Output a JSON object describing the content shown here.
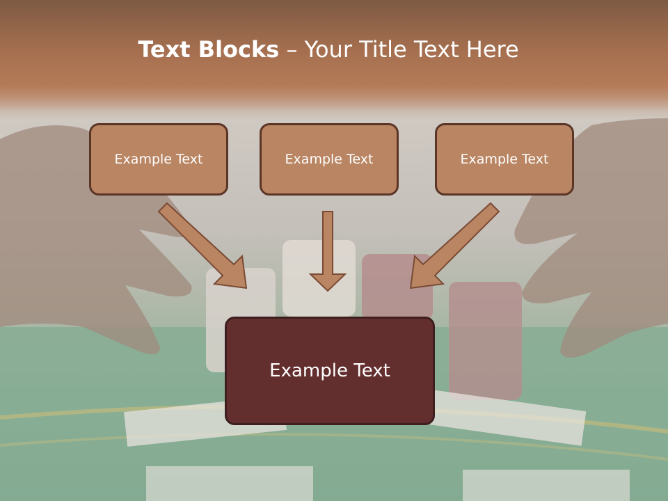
{
  "slide": {
    "title_bold": "Text Blocks",
    "title_rest": " – Your Title Text Here",
    "boxes": [
      "Example Text",
      "Example Text",
      "Example Text"
    ],
    "main_box": "Example Text"
  },
  "colors": {
    "title_band": "#a56f4f",
    "box_fill": "#b98563",
    "box_border": "#5b3526",
    "main_box_fill": "#632e2e",
    "arrow_fill": "#b98563"
  }
}
